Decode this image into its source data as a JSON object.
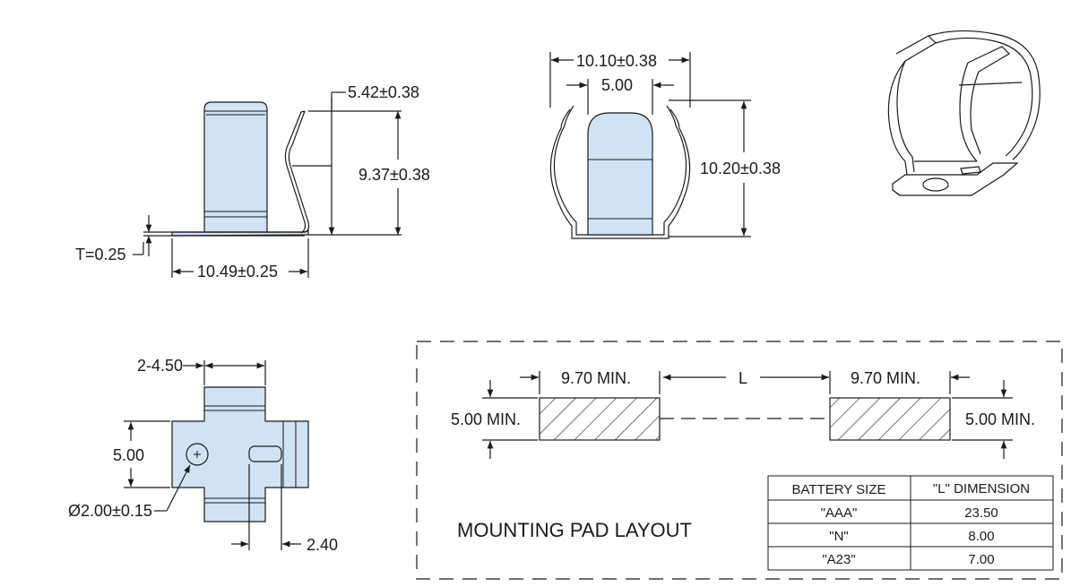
{
  "colors": {
    "part_fill": "#cfe3f5",
    "line": "#1a1a1a",
    "background": "#ffffff"
  },
  "side_view": {
    "dim_top": "5.42±0.38",
    "dim_height": "9.37±0.38",
    "dim_thickness": "T=0.25",
    "dim_length": "10.49±0.25"
  },
  "front_view": {
    "dim_outer_width": "10.10±0.38",
    "dim_inner_width": "5.00",
    "dim_height": "10.20±0.38"
  },
  "bottom_view": {
    "dim_tab_width": "2-4.50",
    "dim_height": "5.00",
    "dim_hole": "Ø2.00±0.15",
    "dim_slot": "2.40"
  },
  "pad_layout": {
    "title": "MOUNTING PAD LAYOUT",
    "pad_width_left": "9.70 MIN.",
    "pad_width_right": "9.70 MIN.",
    "spacing_label": "L",
    "pad_height_left": "5.00 MIN.",
    "pad_height_right": "5.00 MIN.",
    "table": {
      "headers": [
        "BATTERY SIZE",
        "\"L\" DIMENSION"
      ],
      "rows": [
        [
          "\"AAA\"",
          "23.50"
        ],
        [
          "\"N\"",
          "8.00"
        ],
        [
          "\"A23\"",
          "7.00"
        ]
      ]
    }
  }
}
